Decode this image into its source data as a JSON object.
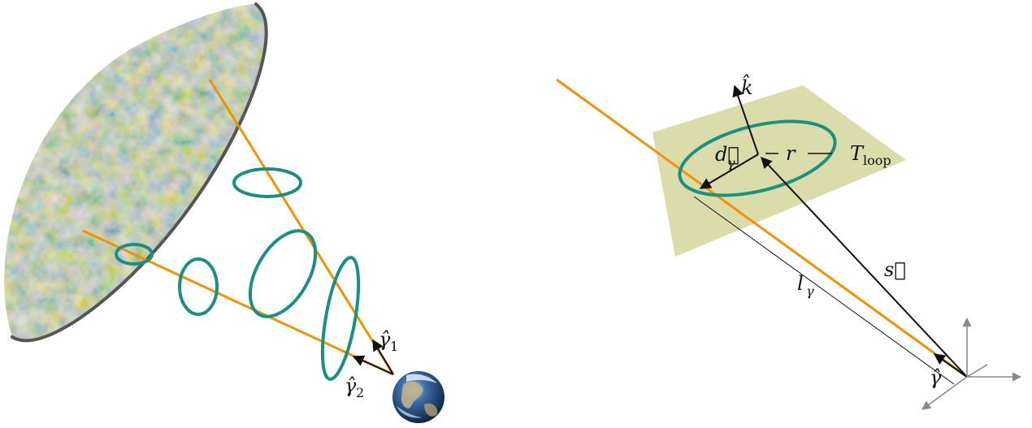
{
  "left_panel": {
    "label_gamma1": "γ̂",
    "label_gamma1_sub": "1",
    "label_gamma2": "γ̂",
    "label_gamma2_sub": "2"
  },
  "right_panel": {
    "label_k": "k̂",
    "label_d": "d⃗",
    "label_d_sub": "γ",
    "label_r": "r",
    "label_T": "T",
    "label_T_sub": "loop",
    "label_s": "s⃗",
    "label_l": "l",
    "label_l_sub": "γ",
    "label_gamma": "γ̂"
  },
  "colors": {
    "ray": "#f39200",
    "loop": "#1a9080",
    "plane": "#dadcaa",
    "axes": "#888888",
    "shell_rim": "#555555"
  }
}
